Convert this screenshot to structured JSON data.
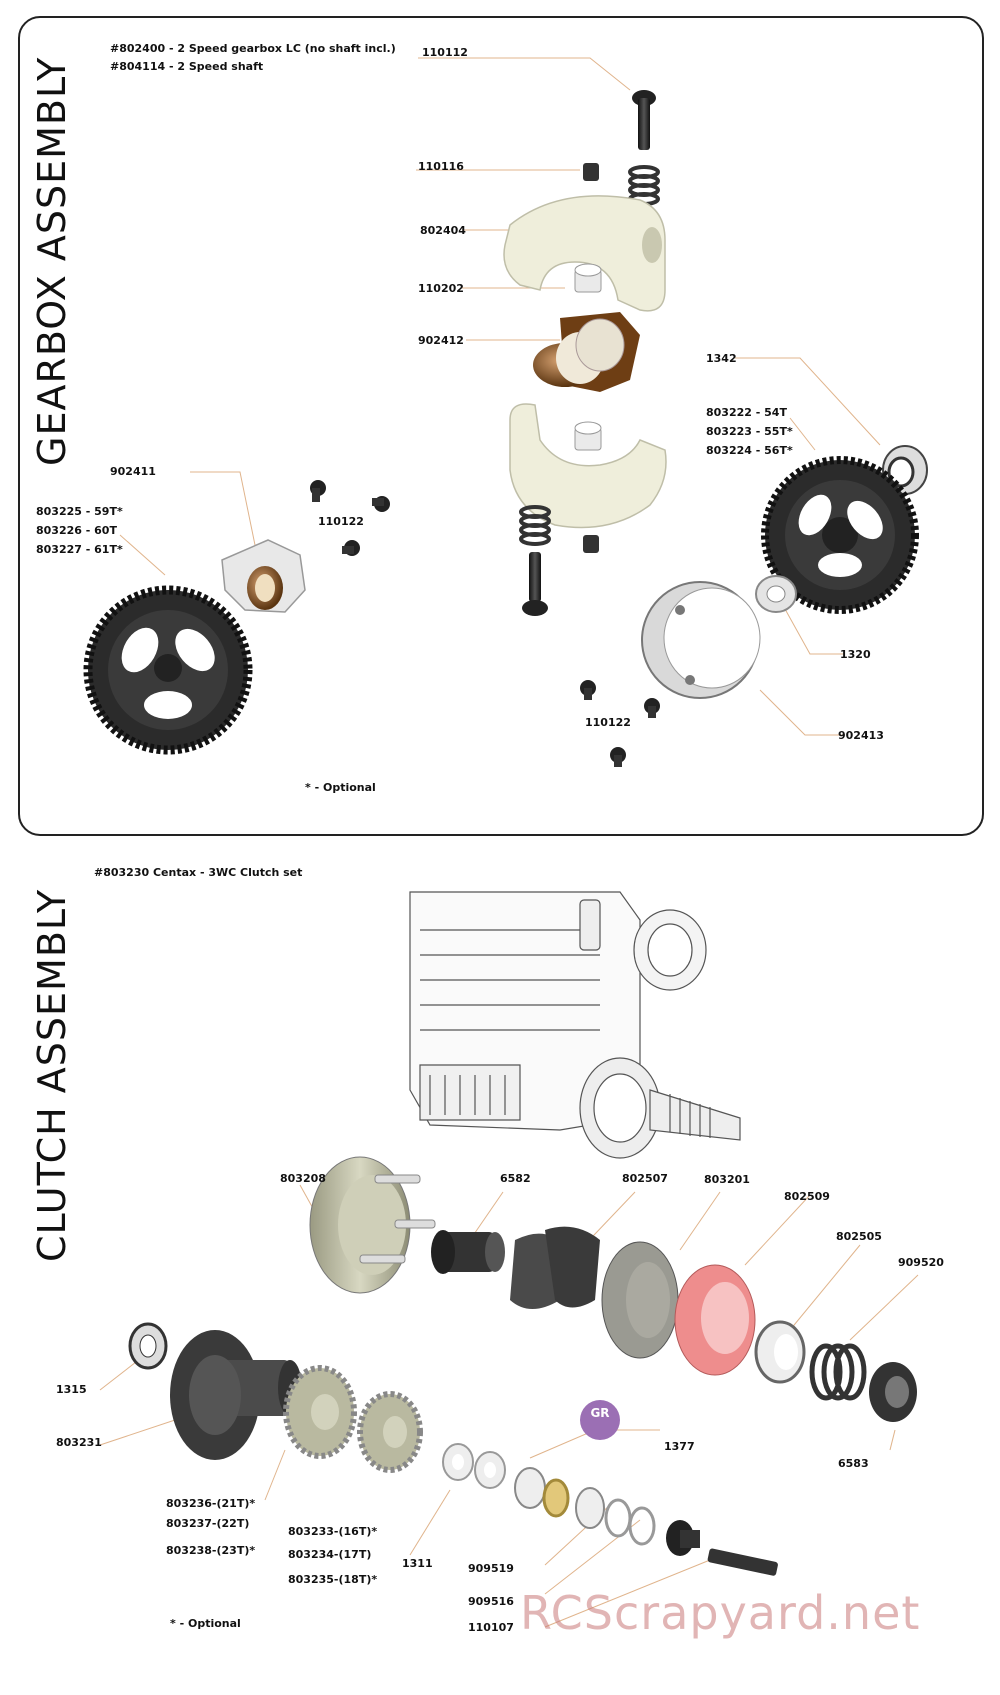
{
  "gearbox": {
    "title": "GEARBOX ASSEMBLY",
    "header_lines": [
      "#802400 - 2 Speed gearbox LC (no shaft incl.)",
      "#804114 - 2 Speed shaft"
    ],
    "optional_note": "* - Optional",
    "labels": {
      "p110112": "110112",
      "p110116": "110116",
      "p802404": "802404",
      "p110202": "110202",
      "p902412": "902412",
      "p1342": "1342",
      "p803222": "803222 - 54T",
      "p803223": "803223 - 55T*",
      "p803224": "803224 - 56T*",
      "p902411": "902411",
      "p110122a": "110122",
      "p803225": "803225 - 59T*",
      "p803226": "803226 - 60T",
      "p803227": "803227 - 61T*",
      "p1320": "1320",
      "p110122b": "110122",
      "p902413": "902413"
    }
  },
  "clutch": {
    "title": "CLUTCH ASSEMBLY",
    "header": "#803230 Centax - 3WC Clutch set",
    "optional_note": "* - Optional",
    "gr_badge": "GR",
    "labels": {
      "p803208": "803208",
      "p6582": "6582",
      "p802507": "802507",
      "p803201": "803201",
      "p802509": "802509",
      "p802505": "802505",
      "p909520": "909520",
      "p1315": "1315",
      "p803231": "803231",
      "p1377": "1377",
      "p6583": "6583",
      "p803236": "803236-(21T)*",
      "p803237": "803237-(22T)",
      "p803238": "803238-(23T)*",
      "p803233": "803233-(16T)*",
      "p803234": "803234-(17T)",
      "p803235": "803235-(18T)*",
      "p1311": "1311",
      "p909519": "909519",
      "p909516": "909516",
      "p110107": "110107"
    }
  },
  "watermark": "RCScrapyard.net",
  "colors": {
    "leader_line": "#e0b48c",
    "gear_dark": "#2b2b2b",
    "housing_cream": "#efeedb",
    "bronze": "#8a5a2a",
    "clutch_red": "#ee8d8d",
    "gr_badge": "#9b6fb4"
  }
}
